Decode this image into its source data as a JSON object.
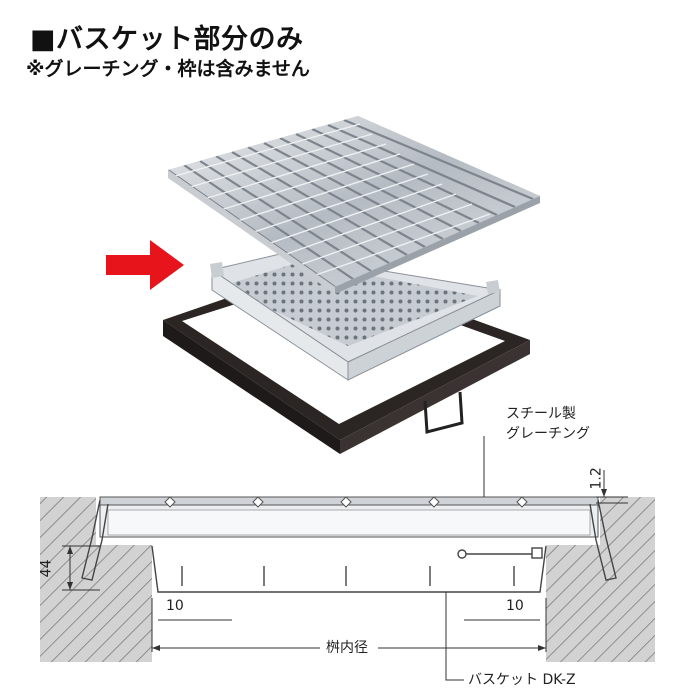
{
  "heading": "■バスケット部分のみ",
  "subheading": "※グレーチング・枠は含みません",
  "callouts": {
    "grating_line1": "スチール製",
    "grating_line2": "グレーチング",
    "basket": "バスケット DK-Z",
    "inner_diameter": "桝内径"
  },
  "dimensions": {
    "top_gap": "1.2",
    "depth": "44",
    "left_margin": "10",
    "right_margin": "10"
  },
  "colors": {
    "arrow": "#e8141c",
    "frame": "#2b2523",
    "steel": "#b9bec4",
    "concrete": "#d4d4d4"
  }
}
